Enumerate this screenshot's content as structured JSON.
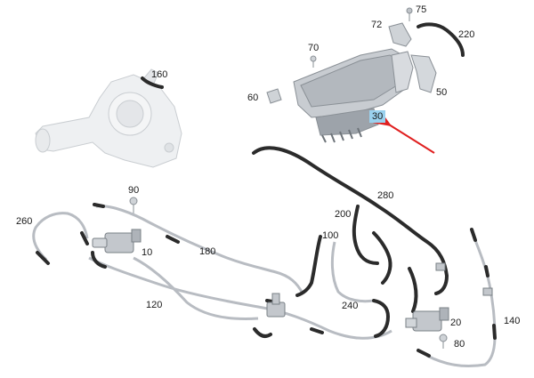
{
  "diagram": {
    "labels": {
      "l10": "10",
      "l20": "20",
      "l30": "30",
      "l50": "50",
      "l60": "60",
      "l70": "70",
      "l72": "72",
      "l75": "75",
      "l80": "80",
      "l90": "90",
      "l100": "100",
      "l120": "120",
      "l140": "140",
      "l160": "160",
      "l180": "180",
      "l200": "200",
      "l220": "220",
      "l240": "240",
      "l260": "260",
      "l280": "280"
    },
    "highlighted_part": "30",
    "colors": {
      "hose": "#2b2b2b",
      "pipe": "#b8bcc2",
      "ghost_part": "#e6e8ea",
      "highlight_bg": "#9ad1ee",
      "arrow": "#e02020"
    }
  }
}
